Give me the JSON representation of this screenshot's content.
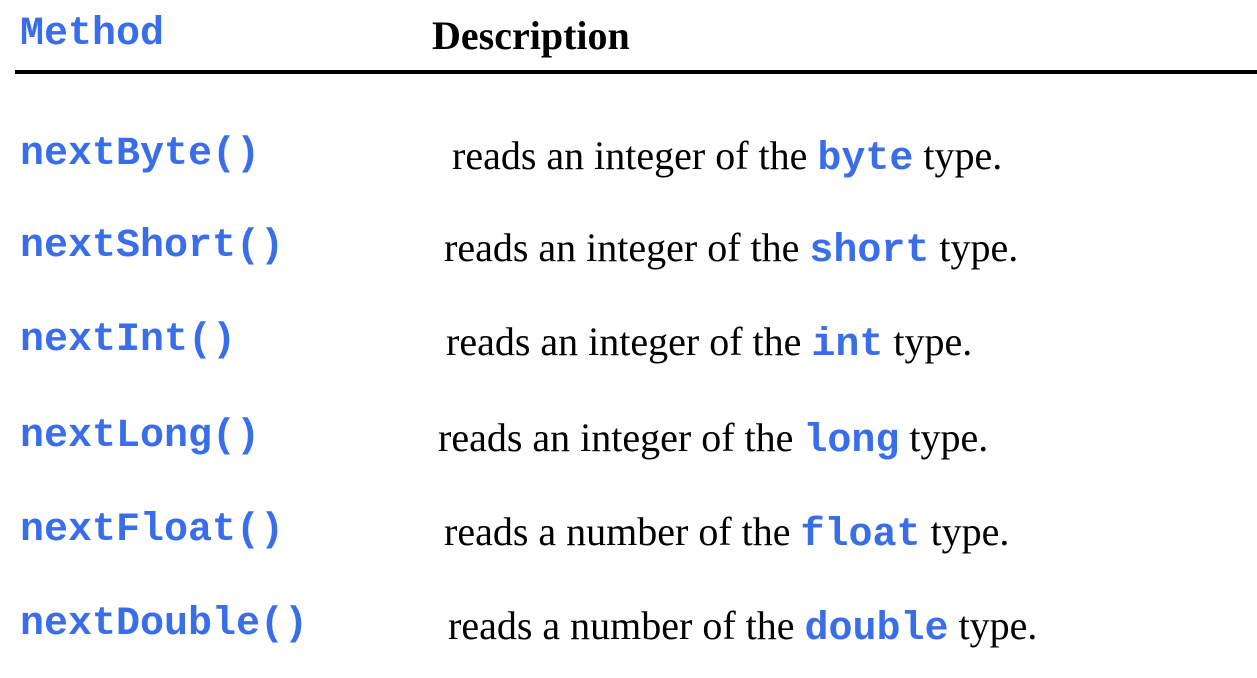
{
  "header": {
    "method_label": "Method",
    "description_label": "Description"
  },
  "rows": [
    {
      "method": "nextByte()",
      "prefix": "reads an integer of the",
      "type": "byte",
      "suffix": "type."
    },
    {
      "method": "nextShort()",
      "prefix": "reads an integer of the",
      "type": "short",
      "suffix": "type."
    },
    {
      "method": "nextInt()",
      "prefix": "reads an integer of the",
      "type": "int",
      "suffix": "type."
    },
    {
      "method": "nextLong()",
      "prefix": "reads an integer of the",
      "type": "long",
      "suffix": "type."
    },
    {
      "method": "nextFloat()",
      "prefix": "reads a number of the",
      "type": "float",
      "suffix": "type."
    },
    {
      "method": "nextDouble()",
      "prefix": "reads a number of the",
      "type": "double",
      "suffix": "type."
    }
  ],
  "colors": {
    "code": "#3a6ee8",
    "text": "#000000"
  }
}
